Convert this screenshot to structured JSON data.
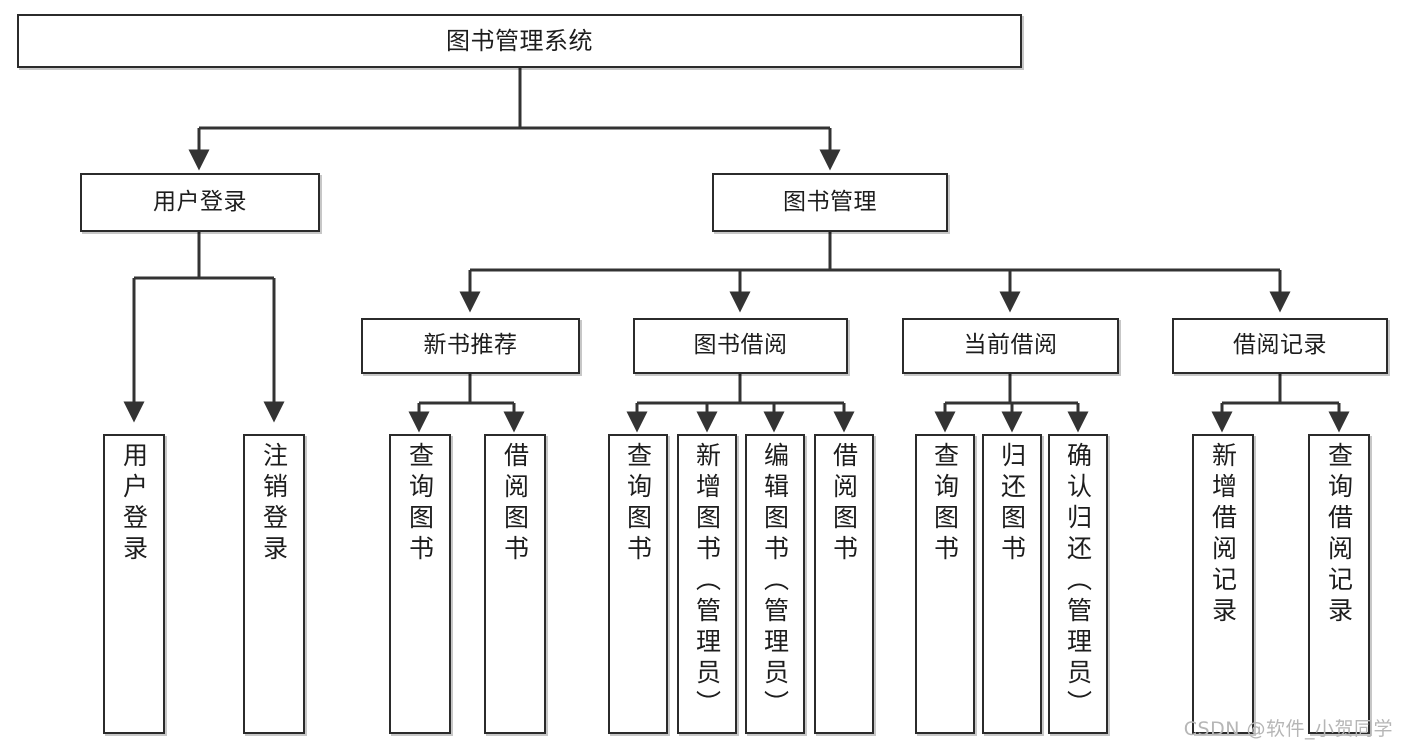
{
  "diagram": {
    "title": "图书管理系统",
    "watermark": "CSDN @软件_小贺同学",
    "colors": {
      "box_border": "#2b2b2b",
      "box_fill": "#ffffff",
      "connector": "#333333",
      "text": "#1d1d1d",
      "watermark": "#b6b6b6"
    },
    "root": {
      "label": "图书管理系统"
    },
    "level2": [
      {
        "label": "用户登录"
      },
      {
        "label": "图书管理"
      }
    ],
    "level3": [
      {
        "label": "新书推荐"
      },
      {
        "label": "图书借阅"
      },
      {
        "label": "当前借阅"
      },
      {
        "label": "借阅记录"
      }
    ],
    "leaves": {
      "user_login": [
        {
          "label": "用户登录"
        },
        {
          "label": "注销登录"
        }
      ],
      "new_book": [
        {
          "label": "查询图书"
        },
        {
          "label": "借阅图书"
        }
      ],
      "book_borrow": [
        {
          "label": "查询图书"
        },
        {
          "label": "新增图书（管理员）"
        },
        {
          "label": "编辑图书（管理员）"
        },
        {
          "label": "借阅图书"
        }
      ],
      "current_borrow": [
        {
          "label": "查询图书"
        },
        {
          "label": "归还图书"
        },
        {
          "label": "确认归还（管理员）"
        }
      ],
      "borrow_record": [
        {
          "label": "新增借阅记录"
        },
        {
          "label": "查询借阅记录"
        }
      ]
    }
  }
}
